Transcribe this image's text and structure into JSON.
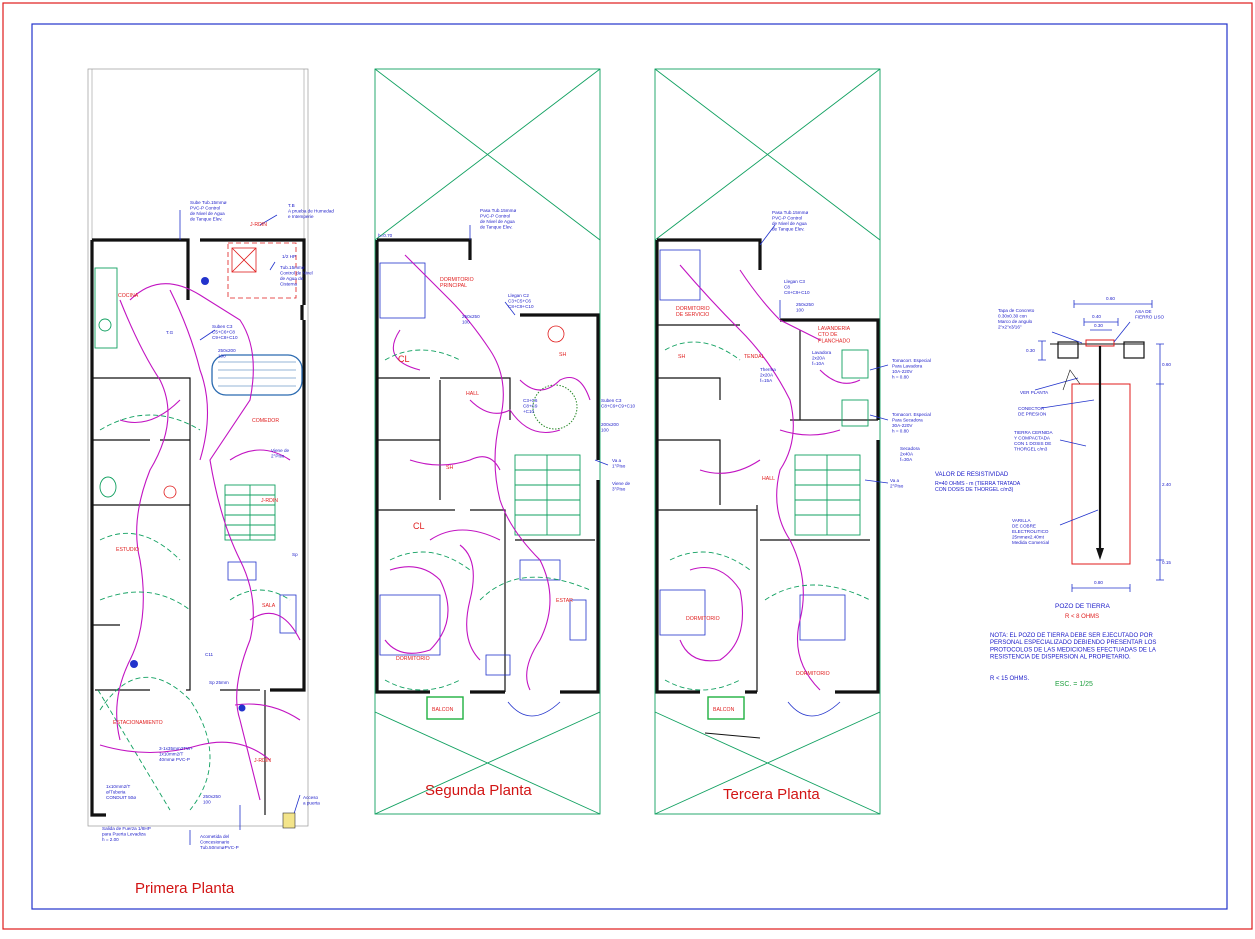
{
  "sheet": {
    "frame_outer_color": "#e01b1b",
    "frame_inner_color": "#2233cc"
  },
  "floors": {
    "first": {
      "title": "Primera Planta",
      "rooms": {
        "kitchen": "COCINA",
        "dining": "COMEDOR",
        "study": "ESTUDIO",
        "parking": "ESTACIONAMIENTO",
        "green_area_1": "J-RDIN",
        "green_area_2": "J-RDIN",
        "green_area_3": "J-RDIN",
        "living": "SALA"
      },
      "notes": {
        "tube_up": "Sube Tub.15mmø\nPVC-P Control\nde Nivel de Agua\nde Tanque Elev.",
        "tb": "T.B\nA prueba de Humedad\ne Intemperie",
        "pump": "1/2 HP",
        "tube_cistern": "Tub.15mmø\nControl de Nivel\nde Agua de\nCisterna",
        "board": "T.G",
        "circuits": "Suben C3\nC5+C6+C8\nC9+C8+C10",
        "board_size": "250x200\n100",
        "stairs_note": "Viene de\n2°Piso",
        "feed": "3-1x35mm2TW+\n1x10mm2/T\n40mmø PVC-P",
        "grounding": "1x10mm2/T\nø/Tuberia\nCONDUIT 50ø",
        "meter_box": "250x250\n100",
        "meter_connection": "Acometida del\nConcesionario\nTub.50mmøPVC-P",
        "outlet": "Salida de Fuerza 1/8HP\npara Puerta Levadiza\nh = 2.00",
        "garage_door": "Acceso\na puerta",
        "c11": "C11",
        "sp": "Sp",
        "sp25": "Sp 25mm"
      }
    },
    "second": {
      "title": "Segunda Planta",
      "rooms": {
        "master_bedroom": "DORMITORIO\nPRINCIPAL",
        "hall": "HALL",
        "bedroom": "DORMITORIO",
        "family": "ESTAR",
        "bathroom": "SH",
        "bathroom_2": "SH",
        "closet": "CL",
        "closet_2": "CL",
        "balcony": "BALCON"
      },
      "notes": {
        "tube": "Pasa Tub.15mmø\nPVC-P Control\nde Nivel de Agua\nde Tanque Elev.",
        "arrival": "Llegan C2\nC3+C5+C6\nC8+C9+C10",
        "board": "250x250\n100",
        "circuits_up": "Suben C3\nC8+C9+C9+C10",
        "board_size": "200x200\n100",
        "goes_3": "Va a\n1°Piso",
        "comes_3": "Viene de\n3°Piso",
        "height": "h=0.70",
        "c3": "C3+C6\nC8+C9\n+C10"
      }
    },
    "third": {
      "title": "Tercera Planta",
      "rooms": {
        "service": "DORMITORIO\nDE SERVICIO",
        "laundry": "LAVANDERIA\nCTO DE\nPLANCHADO",
        "terrace": "TENDAL",
        "hall": "HALL",
        "bedroom_1": "DORMITORIO",
        "bedroom_2": "DORMITORIO",
        "bathroom": "SH",
        "balcony": "BALCON"
      },
      "notes": {
        "tube": "Pasa Tub.15mmø\nPVC-P Control\nde Nivel de Agua\nde Tanque Elev.",
        "arrival": "Llegan C3\nC8\nC8+C9+C10",
        "board": "250x250\n100",
        "washer": "Tomacorr. Especial\nPara Lavadora\n10A-220V\nh = 0.80",
        "dryer": "Tomacorr. Especial\nPara Secadora\n30A-220V\nh = 0.80",
        "washer_thermo": "Lavadora\n2x20A\nf=10A",
        "dryer_thermo": "Secadora\n2x40A\nf=30A",
        "heater": "Therma\n2x20A\nf=15A",
        "goes_2": "Va a\n2°Piso"
      }
    }
  },
  "ground_well": {
    "title": "POZO   DE   TIERRA",
    "resistance": "R  <  8   OHMS",
    "cover": "Tapa de Concreto\n0.30x0.30 con\nMarco de angulo\n2\"x2\"x3/16\"",
    "rod_cap": "ASA DE\nFIERRO LISO",
    "plate": "VER PLANTA",
    "connector": "CONECTOR\nDE PRESION",
    "soil": "TIERRA CERNIDA\nY COMPACTADA\nCON 1 DOSIS DE\nTHORGEL c/m3",
    "rod": "VARILLA\nDE COBRE\nELECTROLITICO\n25mmøx2.40mt\nMedida Comercial",
    "dims": {
      "top": "0.60",
      "cap_w": "0.40",
      "cap_in": "0.30",
      "cap_h": "0.30",
      "depth": "0.60",
      "rod_len": "2.40",
      "bottom": "0.15",
      "base": "0.80"
    },
    "resistivity_title": "VALOR DE RESISTIVIDAD",
    "resistivity_text": "R=40 OHMS - m  (TIERRA TRATADA\nCON DOSIS DE THORGEL c/m3)",
    "note": "NOTA: EL POZO DE TIERRA DEBE SER EJECUTADO POR\nPERSONAL ESPECIALIZADO DEBIENDO PRESENTAR LOS\nPROTOCOLOS DE LAS MEDICIONES EFECTUADAS DE LA\nRESISTENCIA DE DISPERSION AL PROPIETARIO.",
    "requirement": "R  <  15 OHMS.",
    "scale": "ESC.  =  1/25"
  }
}
